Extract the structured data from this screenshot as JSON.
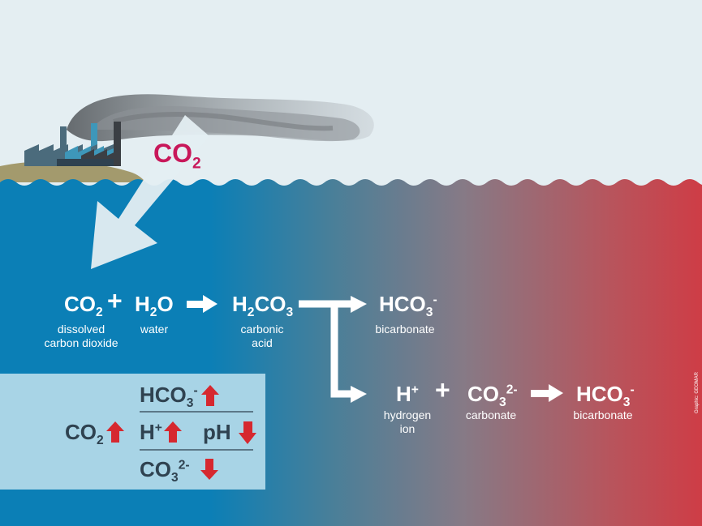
{
  "colors": {
    "sky": "#e4eef2",
    "ocean_left": "#0b7fb6",
    "ocean_right": "#d9313b",
    "co2_label": "#c8185a",
    "panel": "#a8d4e6",
    "arrow_up_down": "#d6282f"
  },
  "air_label": {
    "formula": "CO",
    "sub": "2"
  },
  "reaction1": {
    "co2": {
      "formula": "CO",
      "sub": "2",
      "caption_line1": "dissolved",
      "caption_line2": "carbon dioxide"
    },
    "plus": "+",
    "h2o": {
      "h": "H",
      "sub": "2",
      "o": "O",
      "caption": "water"
    },
    "h2co3": {
      "h": "H",
      "sub1": "2",
      "co": "CO",
      "sub2": "3",
      "caption_line1": "carbonic",
      "caption_line2": "acid"
    },
    "hco3": {
      "formula": "HCO",
      "sub": "3",
      "sup": "-",
      "caption": "bicarbonate"
    }
  },
  "reaction2": {
    "h": {
      "formula": "H",
      "sup": "+",
      "caption_line1": "hydrogen",
      "caption_line2": "ion"
    },
    "plus": "+",
    "co3": {
      "formula": "CO",
      "sub": "3",
      "sup": "2-",
      "caption": "carbonate"
    },
    "hco3": {
      "formula": "HCO",
      "sub": "3",
      "sup": "-",
      "caption": "bicarbonate"
    }
  },
  "panel": {
    "co2": {
      "formula": "CO",
      "sub": "2",
      "trend": "up"
    },
    "hco3": {
      "formula": "HCO",
      "sub": "3",
      "sup": "-",
      "trend": "up"
    },
    "h": {
      "formula": "H",
      "sup": "+",
      "trend": "up"
    },
    "ph": {
      "label": "pH",
      "trend": "down"
    },
    "co3": {
      "formula": "CO",
      "sub": "3",
      "sup": "2-",
      "trend": "down"
    }
  },
  "credit": "Graphic: GEOMAR",
  "icons": [
    "factory-icon",
    "smoke-plume-icon",
    "co2-intake-arrow-icon",
    "reaction-arrow-icon",
    "trend-up-arrow-icon",
    "trend-down-arrow-icon"
  ]
}
